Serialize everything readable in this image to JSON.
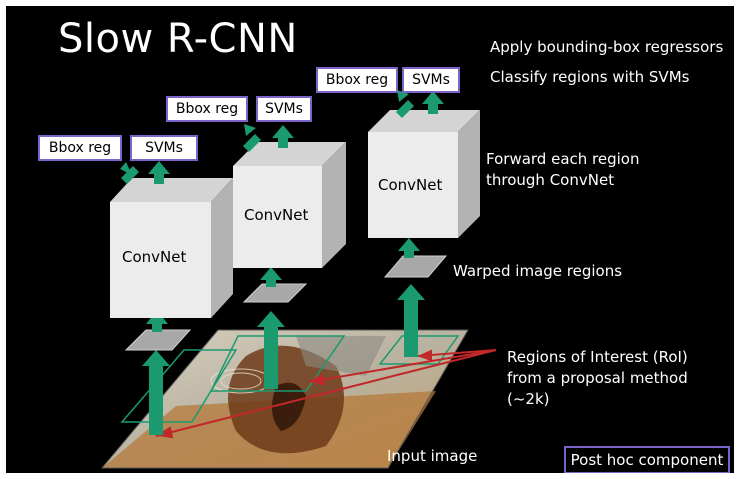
{
  "title": "Slow R-CNN",
  "notes": {
    "apply_bbox": "Apply bounding-box regressors",
    "classify": "Classify regions with SVMs",
    "forward_line1": "Forward each region",
    "forward_line2": "through  ConvNet",
    "warped": "Warped image regions",
    "roi_line1": "Regions of Interest (RoI)",
    "roi_line2": "from a proposal method",
    "roi_line3": "(~2k)",
    "input_image": "Input image"
  },
  "branches": [
    {
      "bbox_label": "Bbox reg",
      "svm_label": "SVMs",
      "convnet_label": "ConvNet"
    },
    {
      "bbox_label": "Bbox reg",
      "svm_label": "SVMs",
      "convnet_label": "ConvNet"
    },
    {
      "bbox_label": "Bbox reg",
      "svm_label": "SVMs",
      "convnet_label": "ConvNet"
    }
  ],
  "post_hoc": "Post hoc component",
  "colors": {
    "arrow": "#1a9a6e",
    "box_border": "#7b63c9",
    "roi_line": "#c0282a"
  }
}
